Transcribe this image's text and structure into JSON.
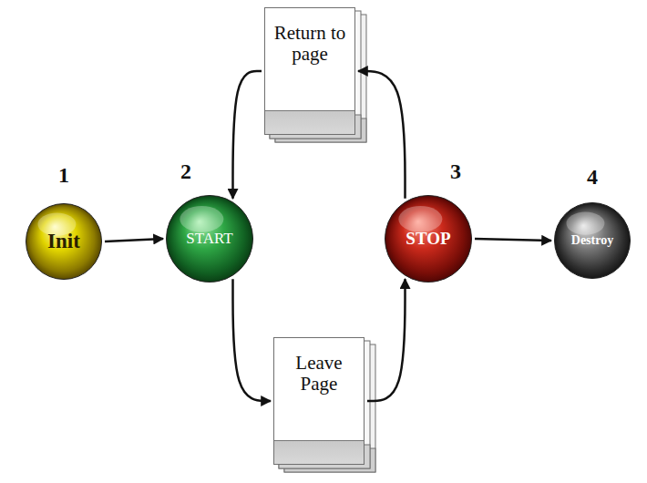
{
  "diagram": {
    "nodes": [
      {
        "text": [
          "Init"
        ]
      },
      {
        "text": [
          "START"
        ]
      },
      {
        "text": [
          "STOP"
        ]
      },
      {
        "text": [
          "Destroy"
        ]
      },
      {
        "text": [
          "Return to page"
        ]
      },
      {
        "text": [
          "Leave Page"
        ]
      }
    ],
    "edges": [
      {
        "from": 0,
        "to": 1,
        "arrow": "to"
      },
      {
        "from": 1,
        "to": 5,
        "arrow": "to"
      },
      {
        "from": 5,
        "to": 2,
        "arrow": "to"
      },
      {
        "from": 2,
        "to": 4,
        "arrow": "to"
      },
      {
        "from": 4,
        "to": 1,
        "arrow": "to"
      },
      {
        "from": 2,
        "to": 3,
        "arrow": "to"
      }
    ],
    "labels": [
      "1",
      "2",
      "3",
      "4"
    ]
  }
}
